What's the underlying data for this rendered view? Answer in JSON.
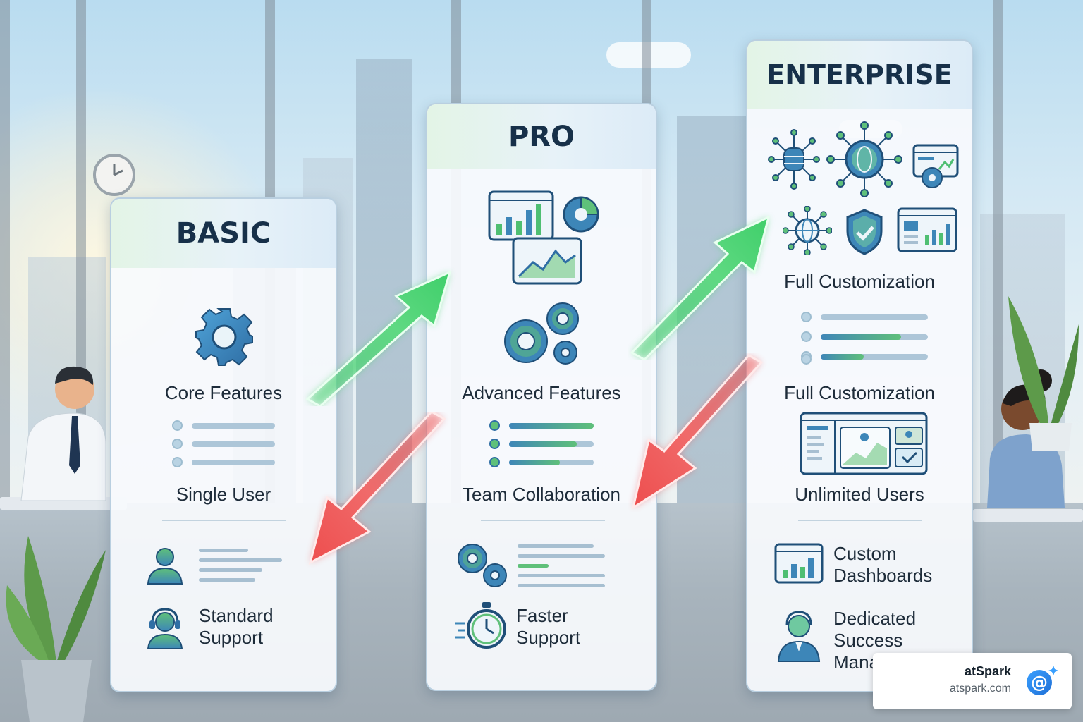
{
  "plans": [
    {
      "name": "BASIC",
      "features": [
        "Core Features",
        "Single User"
      ],
      "support": [
        "Standard",
        "Support"
      ],
      "list_fill": [
        0,
        0,
        0
      ],
      "icons": [
        "gear-icon",
        "user-icon",
        "headset-icon"
      ]
    },
    {
      "name": "PRO",
      "features": [
        "Advanced Features",
        "Team Collaboration"
      ],
      "support": [
        "Faster",
        "Support"
      ],
      "list_fill": [
        1.0,
        0.8,
        0.6
      ],
      "icons": [
        "dashboard-chart-icon",
        "gears-icon",
        "stopwatch-icon"
      ]
    },
    {
      "name": "ENTERPRISE",
      "features": [
        "Full Customization",
        "Full Customization",
        "Unlimited Users"
      ],
      "extras": [
        {
          "label_lines": [
            "Custom",
            "Dashboards"
          ],
          "icon": "dashboard-icon"
        },
        {
          "label_lines": [
            "Dedicated",
            "Success",
            "Mana"
          ],
          "icon": "account-manager-icon"
        }
      ],
      "list_fill": [
        0,
        0.75,
        0.4,
        0
      ],
      "icons": [
        "database-network-icon",
        "globe-network-icon",
        "browser-settings-icon",
        "globe-icon",
        "shield-check-icon",
        "report-icon",
        "analytics-window-icon"
      ]
    }
  ],
  "arrows": [
    {
      "name": "upgrade-arrow-basic-to-pro",
      "direction": "up",
      "color": "#3fcf6a"
    },
    {
      "name": "downgrade-arrow-pro-to-basic",
      "direction": "down",
      "color": "#ee4e4e"
    },
    {
      "name": "upgrade-arrow-pro-to-enterprise",
      "direction": "up",
      "color": "#3fcf6a"
    },
    {
      "name": "downgrade-arrow-enterprise-to-pro",
      "direction": "down",
      "color": "#ee4e4e"
    }
  ],
  "badge": {
    "brand": "atSpark",
    "url": "atspark.com",
    "logo_char": "@"
  },
  "colors": {
    "accent_blue": "#2f78b0",
    "accent_green": "#4fbf72",
    "header_text": "#173049"
  }
}
